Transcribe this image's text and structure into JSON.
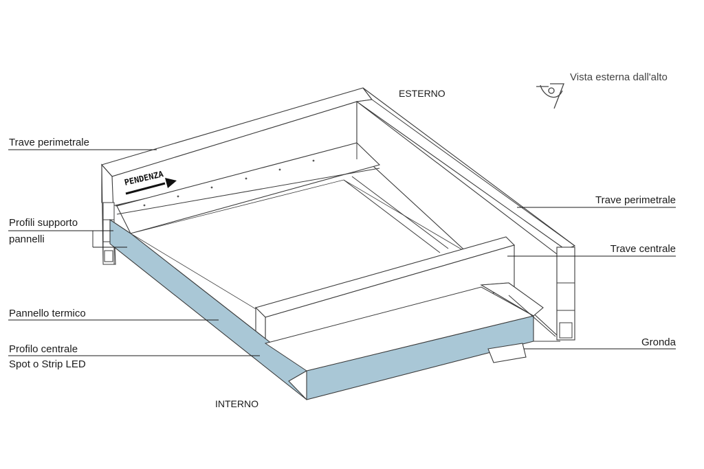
{
  "orientation": {
    "top": "ESTERNO",
    "bottom": "INTERNO",
    "view_label": "Vista esterna dall'alto",
    "view_icon": "eye-icon"
  },
  "slope": {
    "label": "PENDENZA",
    "icon": "arrow-right-icon"
  },
  "labels": {
    "trave_perimetrale_left": "Trave perimetrale",
    "profili_supporto_line1": "Profili supporto",
    "profili_supporto_line2": "pannelli",
    "pannello_termico": "Pannello termico",
    "profilo_centrale_line1": "Profilo centrale",
    "profilo_centrale_line2": "Spot o Strip LED",
    "trave_perimetrale_right": "Trave perimetrale",
    "trave_centrale": "Trave centrale",
    "gronda": "Gronda"
  },
  "colors": {
    "panel": "#a9c7d6",
    "stroke": "#3a3a3a"
  }
}
